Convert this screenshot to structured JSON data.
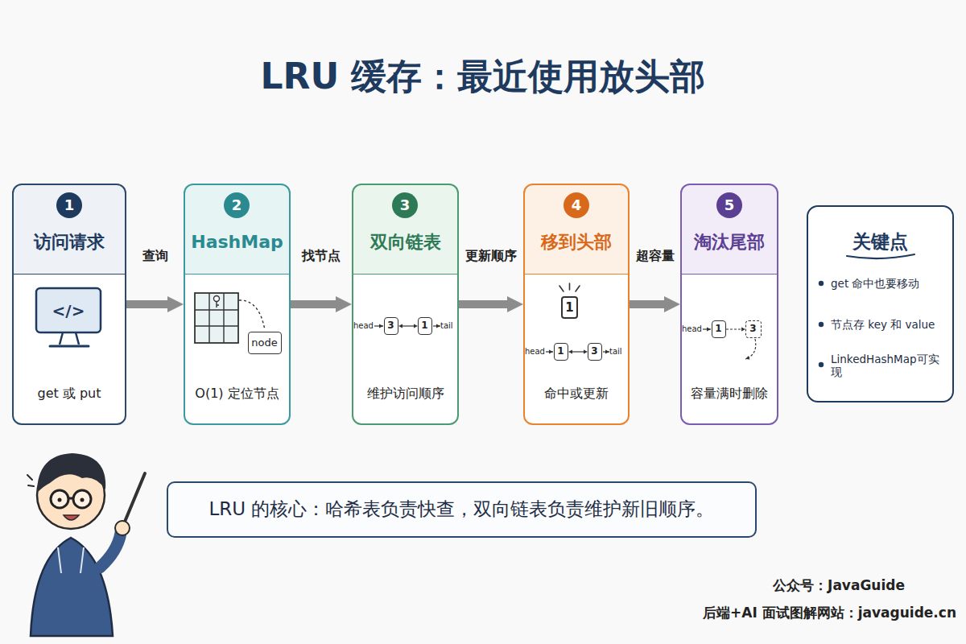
{
  "diagram": {
    "title": "LRU 缓存：最近使用放头部",
    "nodes": [
      {
        "text": [
          "访问请求",
          "get 或 put"
        ]
      },
      {
        "text": [
          "1"
        ],
        "in": 0
      },
      {
        "text": [
          "HashMap",
          "O(1) 定位节点"
        ]
      },
      {
        "text": [
          "2"
        ],
        "in": 2
      },
      {
        "text": [
          "node"
        ],
        "in": 2
      },
      {
        "text": [
          "双向链表",
          "维护访问顺序"
        ]
      },
      {
        "text": [
          "3"
        ],
        "in": 5
      },
      {
        "text": [
          "3"
        ],
        "in": 5
      },
      {
        "text": [
          "1"
        ],
        "in": 5
      },
      {
        "text": [
          "移到头部",
          "命中或更新"
        ]
      },
      {
        "text": [
          "4"
        ],
        "in": 9
      },
      {
        "text": [
          "1"
        ],
        "in": 9
      },
      {
        "text": [
          "1"
        ],
        "in": 9
      },
      {
        "text": [
          "3"
        ],
        "in": 9
      },
      {
        "text": [
          "淘汰尾部",
          "容量满时删除"
        ]
      },
      {
        "text": [
          "5"
        ],
        "in": 14
      },
      {
        "text": [
          "1"
        ],
        "in": 14
      },
      {
        "text": [
          "3"
        ],
        "in": 14
      },
      {
        "text": [
          "关键点",
          "get 命中也要移动",
          "节点存 key 和 value",
          "LinkedHashMap可实现"
        ]
      },
      {
        "text": [
          "LRU 的核心：哈希表负责快查，双向链表负责维护新旧顺序。"
        ]
      }
    ],
    "edges": [
      {
        "from": 0,
        "to": 2,
        "label": "查询",
        "arrow": "to"
      },
      {
        "from": 2,
        "to": 5,
        "label": "找节点",
        "arrow": "to"
      },
      {
        "from": 5,
        "to": 9,
        "label": "更新顺序",
        "arrow": "to"
      },
      {
        "from": 9,
        "to": 14,
        "label": "超容量",
        "arrow": "to"
      },
      {
        "from": 7,
        "to": 8,
        "arrow": "both"
      },
      {
        "from": 12,
        "to": 13,
        "arrow": "both"
      },
      {
        "from": 16,
        "to": 17,
        "arrow": "to"
      }
    ],
    "labels": [
      "</>",
      "head",
      "tail",
      "head",
      "tail",
      "head",
      "公众号：JavaGuide",
      "后端+AI 面试图解网站：javaguide.cn"
    ]
  }
}
